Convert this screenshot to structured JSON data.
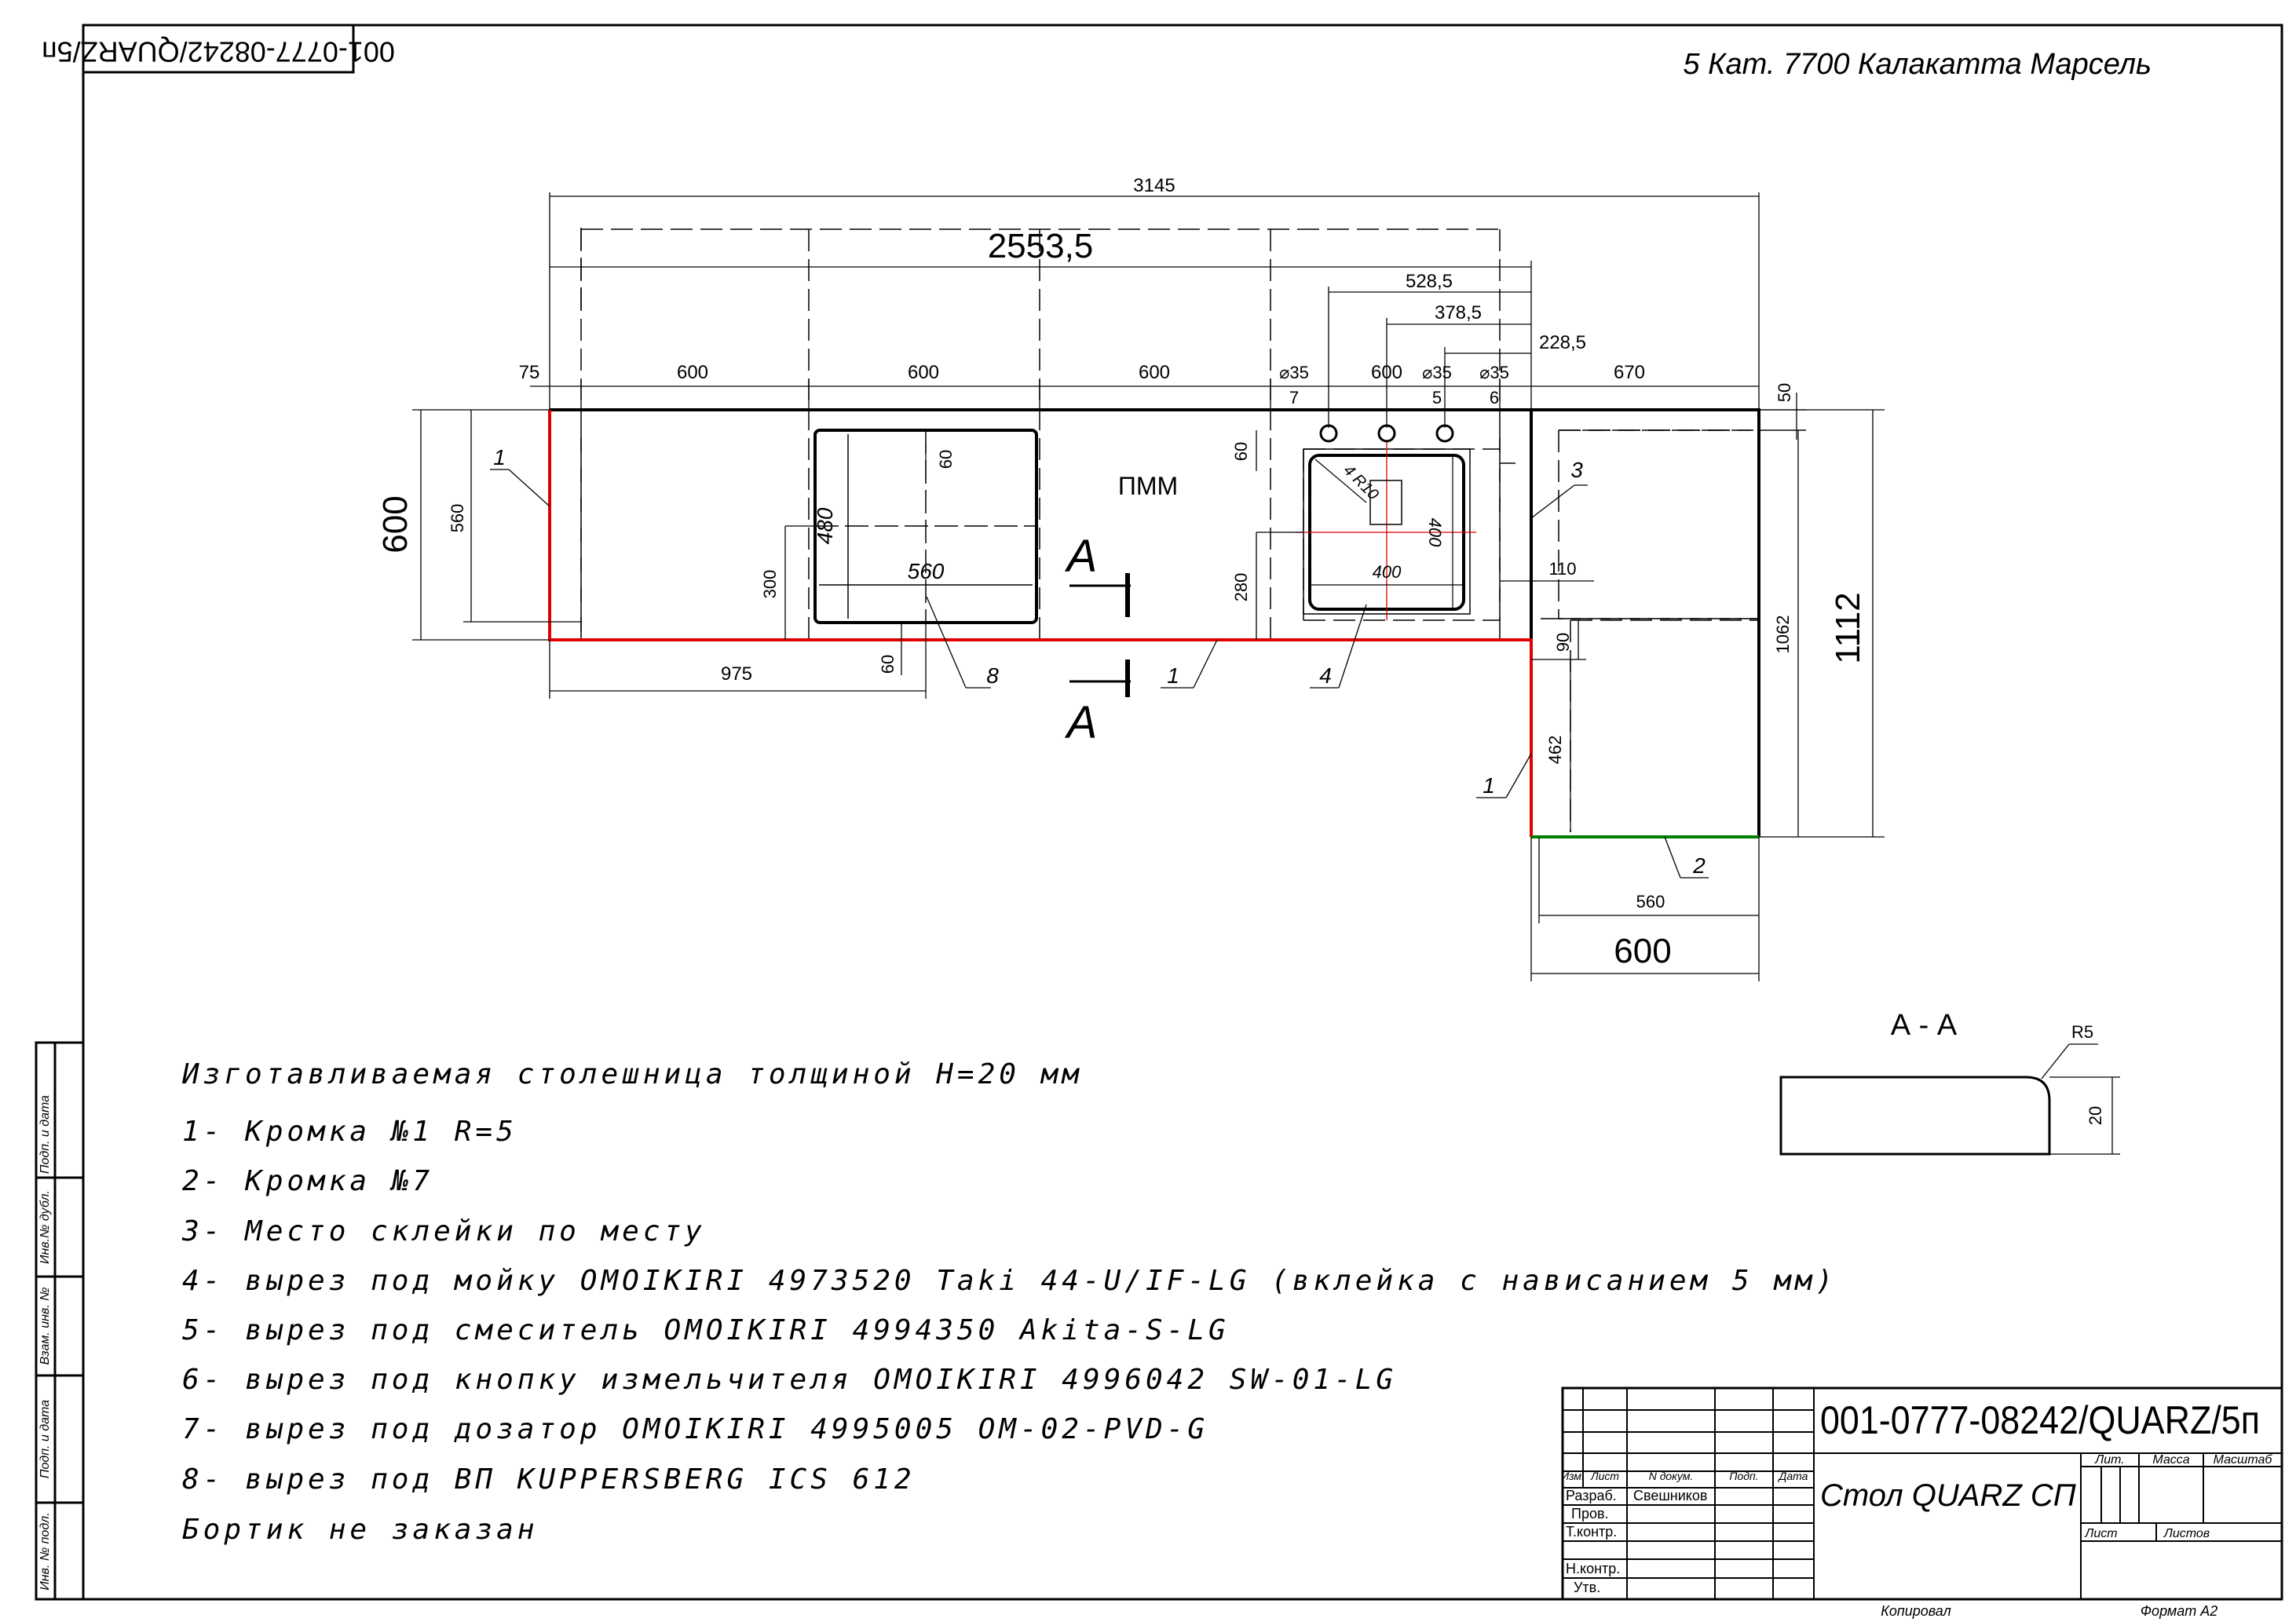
{
  "header": {
    "doc_number_mirrored": "001-0777-08242/QUARZ/5п",
    "material": "5 Кат. 7700 Калакатта Марсель"
  },
  "dimensions": {
    "overall_length": "3145",
    "main_length": "2553,5",
    "d_528": "528,5",
    "d_378": "378,5",
    "d_228": "228,5",
    "d_75": "75",
    "d_600a": "600",
    "d_600b": "600",
    "d_600c": "600",
    "d_600d": "600",
    "d_670": "670",
    "d_50": "50",
    "hole_a": "⌀35",
    "hole_b": "⌀35",
    "hole_c": "⌀35",
    "h_7": "7",
    "h_5": "5",
    "h_6": "6",
    "depth_600": "600",
    "depth_560": "560",
    "d_300": "300",
    "d_280": "280",
    "d_60_sink_top": "60",
    "d_60_hob_top": "60",
    "d_60_hob_bottom": "60",
    "d_975": "975",
    "d_110": "110",
    "d_90": "90",
    "d_462": "462",
    "d_1062": "1062",
    "d_1112": "1112",
    "d_560_bottom": "560",
    "d_600_bottom": "600",
    "hob_w": "560",
    "hob_h": "480",
    "sink_w": "400",
    "sink_h": "400",
    "sink_r": "4 R10",
    "pmm": "ПММ",
    "section_mark_top": "A",
    "section_mark_bottom": "A"
  },
  "callouts": [
    "1",
    "8",
    "1",
    "4",
    "3",
    "1",
    "2"
  ],
  "section": {
    "title": "А - А",
    "radius": "R5",
    "thickness": "20"
  },
  "notes": [
    "Изготавливаемая столешница толщиной H=20 мм",
    "1- Кромка №1 R=5",
    "2- Кромка №7",
    "3- Место склейки по месту",
    "4- вырез под мойку OMOIKIRI 4973520 Taki 44-U/IF-LG (вклейка с нависанием 5 мм)",
    "5- вырез под смеситель OMOIKIRI 4994350 Akita-S-LG",
    "6- вырез под кнопку измельчителя OMOIKIRI 4996042 SW-01-LG",
    "7- вырез под дозатор OMOIKIRI 4995005 OM-02-PVD-G",
    "8- вырез под ВП KUPPERSBERG ICS 612",
    "Бортик не заказан"
  ],
  "side_strip": [
    "Подп. и дата",
    "Инв.№ дубл.",
    "Взам. инв. №",
    "Подп. и дата",
    "Инв. № подл."
  ],
  "title_block": {
    "doc_number": "001-0777-08242/QUARZ/5п",
    "name": "Стол QUARZ СП",
    "col_izm": "Изм.",
    "col_list": "Лист",
    "col_ndoc": "N докум.",
    "col_podp": "Подп.",
    "col_date": "Дата",
    "lit": "Лит.",
    "massa": "Масса",
    "masshtab": "Масштаб",
    "sheet": "Лист",
    "sheets": "Листов",
    "rows": [
      "Разраб.",
      "Пров.",
      "Т.контр.",
      "",
      "Н.контр.",
      "Утв."
    ],
    "developer": "Свешников",
    "copied": "Копировал",
    "format": "Формат А2"
  },
  "colors": {
    "edge_red": "#e00000",
    "edge_green": "#008000",
    "axis_red": "#e00000"
  }
}
